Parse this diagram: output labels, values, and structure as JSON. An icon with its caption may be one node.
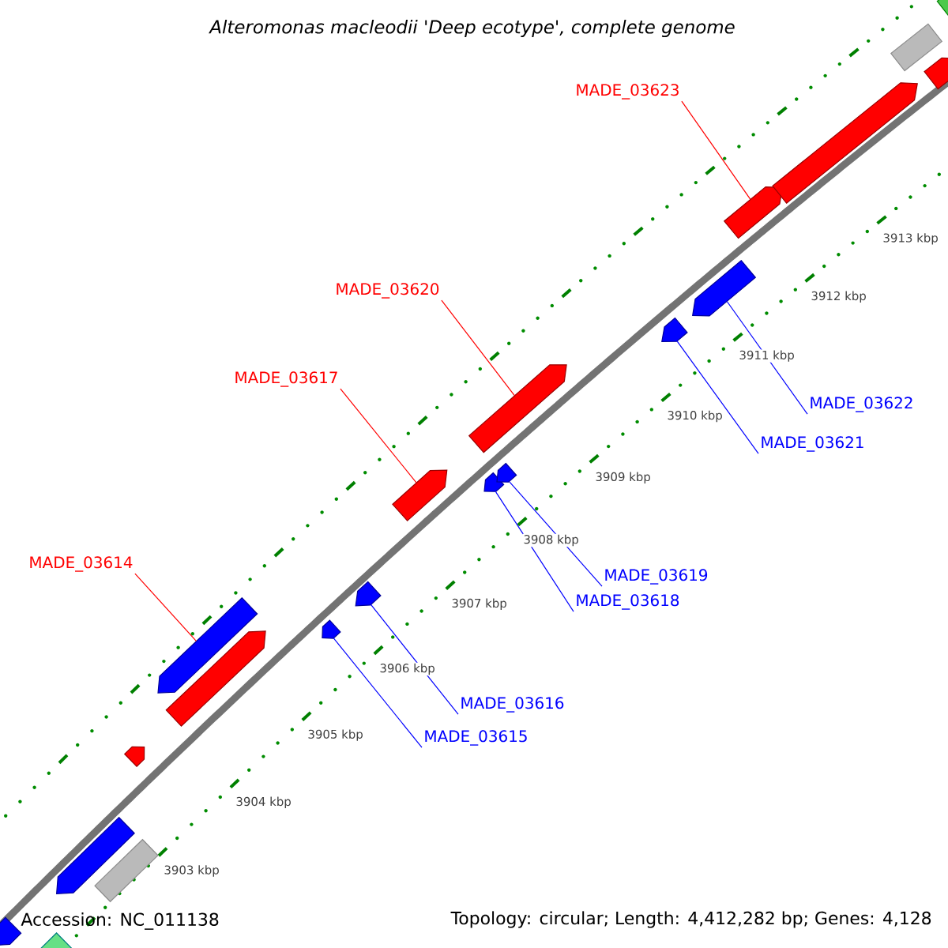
{
  "diagram": {
    "title": "Alteromonas macleodii 'Deep ecotype', complete genome",
    "nodes": [
      {
        "text": [
          "MADE_03623"
        ]
      },
      {
        "text": [
          "MADE_03620"
        ]
      },
      {
        "text": [
          "MADE_03617"
        ]
      },
      {
        "text": [
          "MADE_03622"
        ]
      },
      {
        "text": [
          "MADE_03621"
        ]
      },
      {
        "text": [
          "MADE_03614"
        ]
      },
      {
        "text": [
          "MADE_03619"
        ]
      },
      {
        "text": [
          "MADE_03618"
        ]
      },
      {
        "text": [
          "MADE_03616"
        ]
      },
      {
        "text": [
          "MADE_03615"
        ]
      },
      {
        "text": [],
        "shape": "pentagon"
      },
      {
        "text": [],
        "shape": "bar"
      },
      {
        "text": [],
        "shape": "pentagon"
      },
      {
        "text": [],
        "shape": "bar"
      },
      {
        "text": [],
        "shape": "pentagon"
      },
      {
        "text": [],
        "shape": "pentagon"
      },
      {
        "text": [],
        "shape": "pentagon"
      },
      {
        "text": [],
        "shape": "pentagon"
      },
      {
        "text": [],
        "shape": "pentagon"
      },
      {
        "text": [],
        "shape": "pentagon"
      },
      {
        "text": [],
        "shape": "pentagon"
      },
      {
        "text": [],
        "shape": "pentagon"
      },
      {
        "text": [],
        "shape": "pentagon"
      },
      {
        "text": [],
        "shape": "pentagon"
      },
      {
        "text": [],
        "shape": "pentagon"
      },
      {
        "text": [],
        "shape": "pentagon"
      },
      {
        "text": [],
        "shape": "pentagon"
      },
      {
        "text": [],
        "shape": "bar"
      },
      {
        "text": [],
        "shape": "pentagon"
      },
      {
        "text": [],
        "shape": "bar"
      }
    ],
    "edges": [
      {
        "from": 0,
        "to": 25,
        "arrow": "none",
        "color": "#ff0000"
      },
      {
        "from": 1,
        "to": 22,
        "arrow": "none",
        "color": "#ff0000"
      },
      {
        "from": 2,
        "to": 19,
        "arrow": "none",
        "color": "#ff0000"
      },
      {
        "from": 3,
        "to": 24,
        "arrow": "none",
        "color": "#0000ff"
      },
      {
        "from": 4,
        "to": 23,
        "arrow": "none",
        "color": "#0000ff"
      },
      {
        "from": 5,
        "to": 15,
        "arrow": "none",
        "color": "#ff0000"
      },
      {
        "from": 6,
        "to": 21,
        "arrow": "none",
        "color": "#0000ff"
      },
      {
        "from": 7,
        "to": 20,
        "arrow": "none",
        "color": "#0000ff"
      },
      {
        "from": 8,
        "to": 18,
        "arrow": "none",
        "color": "#0000ff"
      },
      {
        "from": 9,
        "to": 17,
        "arrow": "none",
        "color": "#0000ff"
      }
    ],
    "labels": [
      "3913 kbp",
      "3912 kbp",
      "3911 kbp",
      "3910 kbp",
      "3909 kbp",
      "3908 kbp",
      "3907 kbp",
      "3906 kbp",
      "3905 kbp",
      "3904 kbp",
      "3903 kbp",
      "Accession: NC_011138",
      "Topology: circular; Length: 4,412,282 bp; Genes: 4,128"
    ]
  }
}
